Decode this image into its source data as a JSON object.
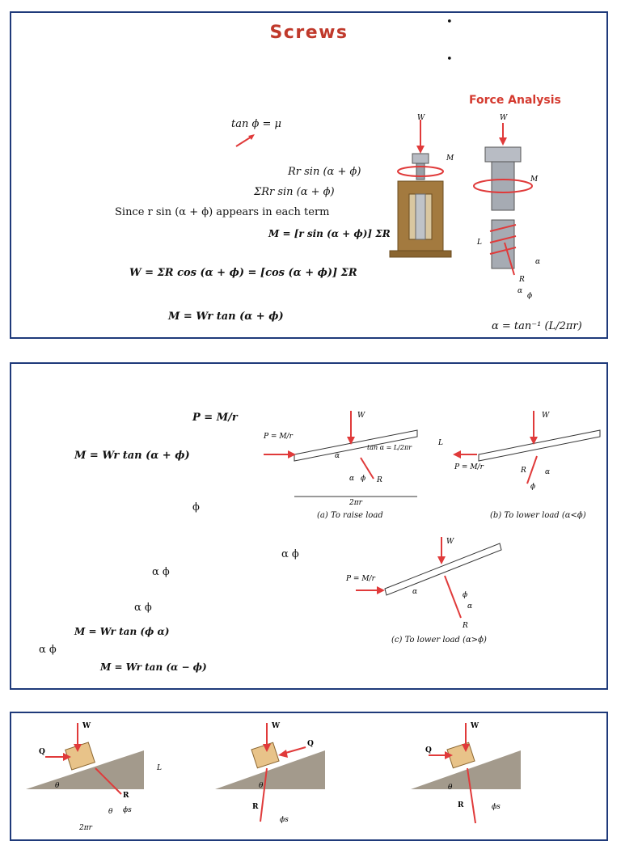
{
  "slide1": {
    "title": "Screws",
    "bullets": [
      "•",
      "•"
    ],
    "eq_tan_phi": "tan ϕ = μ",
    "eq_rr_sin": "Rr sin (α + ϕ)",
    "eq_sum_rr_sin": "ΣRr sin (α + ϕ)",
    "since_text": "Since r sin (α + ϕ) appears in each term",
    "eq_M_sum": "M = [r sin (α + ϕ)] ΣR",
    "eq_W_sum": "W = ΣR cos (α + ϕ) = [cos (α + ϕ)] ΣR",
    "eq_M_final": "M = Wr tan (α + ϕ)",
    "force_analysis_label": "Force Analysis",
    "eq_alpha": "α = tan⁻¹ (L/2πr)",
    "fig_labels": {
      "W": "W",
      "M": "M",
      "L": "L",
      "R": "R",
      "alpha": "α",
      "phi": "ϕ"
    }
  },
  "slide2": {
    "eq_P": "P = M/r",
    "eq_M_raise": "M = Wr tan (α + ϕ)",
    "sym_phi": "ϕ",
    "sym_alpha_phi_1": "α   ϕ",
    "sym_alpha_phi_2": "α   ϕ",
    "sym_alpha_phi_3": "α   ϕ",
    "eq_M_lower_a": "M = Wr tan (ϕ    α)",
    "sym_alpha_phi_4": "α   ϕ",
    "eq_M_lower_b": "M = Wr tan (α − ϕ)",
    "cap_a": "(a)  To raise load",
    "cap_b": "(b)  To lower load  (α<ϕ)",
    "cap_c": "(c)  To lower load  (α>ϕ)",
    "fig_labels": {
      "W": "W",
      "L": "L",
      "R": "R",
      "alpha": "α",
      "phi": "ϕ",
      "two_pi_r": "2πr",
      "P_eq": "P = M/r",
      "tan_alpha": "tan α = L/2πr"
    }
  },
  "slide3": {
    "fig_labels": {
      "W": "W",
      "Q": "Q",
      "L": "L",
      "R": "R",
      "theta": "θ",
      "phi_s": "ϕs",
      "two_pi_r": "2πr"
    }
  },
  "colors": {
    "border": "#1f3a7a",
    "accent": "#d43a2f",
    "arrow": "#e03a3a"
  }
}
